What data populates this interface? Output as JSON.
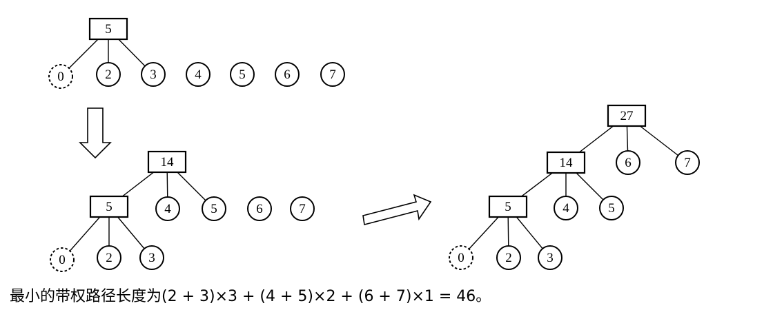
{
  "panels": [
    {
      "id": "step1",
      "internal": [
        {
          "id": "s1_n5",
          "label": "5"
        }
      ],
      "leaves": [
        {
          "id": "s1_l0",
          "label": "0",
          "dashed": true
        },
        {
          "id": "s1_l2",
          "label": "2"
        },
        {
          "id": "s1_l3",
          "label": "3"
        },
        {
          "id": "s1_l4",
          "label": "4"
        },
        {
          "id": "s1_l5",
          "label": "5"
        },
        {
          "id": "s1_l6",
          "label": "6"
        },
        {
          "id": "s1_l7",
          "label": "7"
        }
      ],
      "edges": [
        [
          "s1_n5",
          "s1_l0"
        ],
        [
          "s1_n5",
          "s1_l2"
        ],
        [
          "s1_n5",
          "s1_l3"
        ]
      ]
    },
    {
      "id": "step2",
      "internal": [
        {
          "id": "s2_n14",
          "label": "14"
        },
        {
          "id": "s2_n5",
          "label": "5"
        }
      ],
      "leaves": [
        {
          "id": "s2_l4",
          "label": "4"
        },
        {
          "id": "s2_l5",
          "label": "5"
        },
        {
          "id": "s2_l6",
          "label": "6"
        },
        {
          "id": "s2_l7",
          "label": "7"
        },
        {
          "id": "s2_l0",
          "label": "0",
          "dashed": true
        },
        {
          "id": "s2_l2",
          "label": "2"
        },
        {
          "id": "s2_l3",
          "label": "3"
        }
      ],
      "edges": [
        [
          "s2_n14",
          "s2_n5"
        ],
        [
          "s2_n14",
          "s2_l4"
        ],
        [
          "s2_n14",
          "s2_l5"
        ],
        [
          "s2_n5",
          "s2_l0"
        ],
        [
          "s2_n5",
          "s2_l2"
        ],
        [
          "s2_n5",
          "s2_l3"
        ]
      ]
    },
    {
      "id": "step3",
      "internal": [
        {
          "id": "s3_n27",
          "label": "27"
        },
        {
          "id": "s3_n14",
          "label": "14"
        },
        {
          "id": "s3_n5",
          "label": "5"
        }
      ],
      "leaves": [
        {
          "id": "s3_l6",
          "label": "6"
        },
        {
          "id": "s3_l7",
          "label": "7"
        },
        {
          "id": "s3_l4",
          "label": "4"
        },
        {
          "id": "s3_l5",
          "label": "5"
        },
        {
          "id": "s3_l0",
          "label": "0",
          "dashed": true
        },
        {
          "id": "s3_l2",
          "label": "2"
        },
        {
          "id": "s3_l3",
          "label": "3"
        }
      ],
      "edges": [
        [
          "s3_n27",
          "s3_n14"
        ],
        [
          "s3_n27",
          "s3_l6"
        ],
        [
          "s3_n27",
          "s3_l7"
        ],
        [
          "s3_n14",
          "s3_n5"
        ],
        [
          "s3_n14",
          "s3_l4"
        ],
        [
          "s3_n14",
          "s3_l5"
        ],
        [
          "s3_n5",
          "s3_l0"
        ],
        [
          "s3_n5",
          "s3_l2"
        ],
        [
          "s3_n5",
          "s3_l3"
        ]
      ]
    }
  ],
  "arrows": [
    "down-arrow",
    "right-arrow"
  ],
  "caption": "最小的带权路径长度为(2 + 3)×3 + (4 + 5)×2 + (6 + 7)×1 = 46。"
}
